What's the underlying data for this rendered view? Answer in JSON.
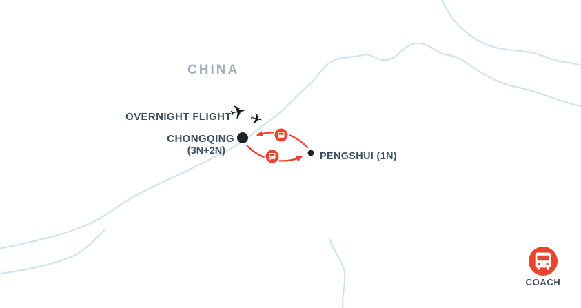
{
  "map": {
    "country_label": "CHINA",
    "overnight_flight_label": "OVERNIGHT FLIGHT",
    "locations": {
      "chongqing": {
        "name": "CHONGQING",
        "nights": "(3N+2N)"
      },
      "pengshui": {
        "name": "PENGSHUI (1N)"
      }
    },
    "routes": [
      {
        "from": "PENGSHUI (1N)",
        "to": "CHONGQING",
        "mode": "coach"
      },
      {
        "from": "CHONGQING",
        "to": "PENGSHUI (1N)",
        "mode": "coach"
      }
    ],
    "legend": {
      "coach_label": "COACH",
      "coach_icon": "bus-icon"
    },
    "icons": {
      "flight_glyph": "✈",
      "flight": "airplane-icon",
      "coach": "bus-icon"
    },
    "colors": {
      "route_red": "#E8442E",
      "river_blue": "#CEE3F2",
      "label_dark": "#3D4F5D",
      "country_gray": "#A2AEB9",
      "marker_black": "#1E2328",
      "background": "#FFFFFF"
    }
  }
}
